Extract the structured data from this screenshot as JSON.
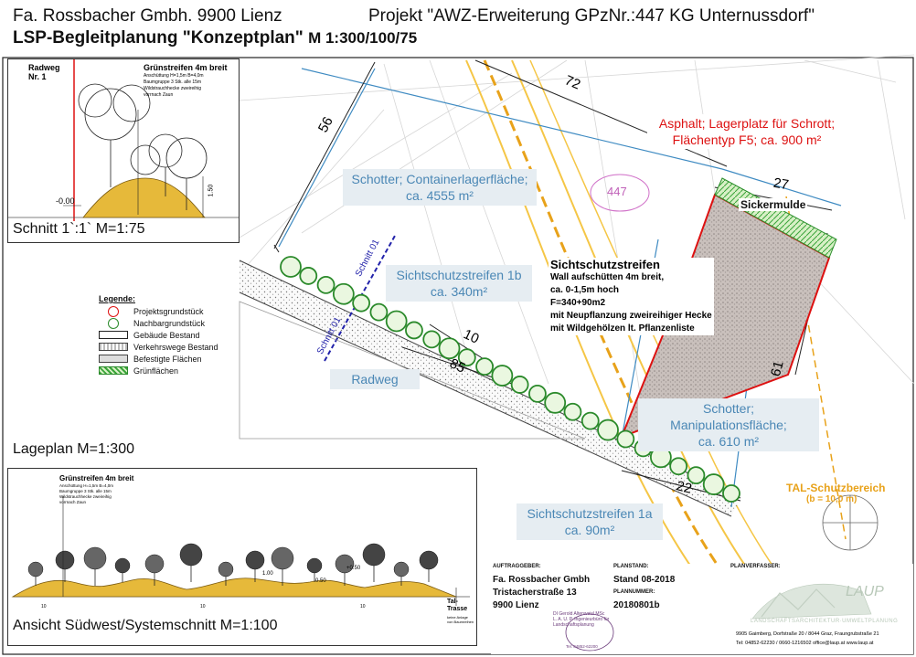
{
  "header": {
    "line1_left": "Fa. Rossbacher Gmbh. 9900 Lienz",
    "line1_right": "Projekt \"AWZ-Erweiterung GPzNr.:447 KG Unternussdorf\"",
    "line2_main": "LSP-Begleitplanung \"Konzeptplan\"",
    "line2_scale": "M 1:300/100/75"
  },
  "plan": {
    "labels": {
      "schotter_container": "Schotter; Containerlagerfläche;\nca. 4555 m²",
      "asphalt": "Asphalt; Lagerplatz für Schrott;\nFlächentyp F5; ca. 900 m²",
      "sichtschutz_1b": "Sichtschutzstreifen 1b\nca. 340m²",
      "radweg": "Radweg",
      "schotter_manipulation": "Schotter; Manipulationsfläche;\nca. 610 m²",
      "sichtschutz_1a": "Sichtschutzstreifen 1a\nca. 90m²",
      "sickermulde": "Sickermulde",
      "tal_schutz": "TAL-Schutzbereich",
      "tal_schutz_sub": "(b = 10,0 m)",
      "parcel": "447",
      "schnitt_01_a": "Schnitt 01",
      "schnitt_01_b": "Schnitt 01",
      "lageplan": "Lageplan M=1:300"
    },
    "dims": {
      "d56": "56",
      "d72": "72",
      "d27": "27",
      "d61": "61",
      "d10": "10",
      "d85": "85",
      "d22": "22"
    },
    "sicht_heading": "Sichtschutzstreifen",
    "sicht_lines": [
      "Wall aufschütten 4m breit,",
      "ca. 0-1,5m hoch",
      "F=340+90m2",
      "mit Neupflanzung zweireihiger Hecke",
      "mit Wildgehölzen lt. Pflanzenliste"
    ]
  },
  "legend": {
    "title": "Legende:",
    "items": [
      "Projektsgrundstück",
      "Nachbargrundstück",
      "Gebäude Bestand",
      "Verkehrswege Bestand",
      "Befestigte Flächen",
      "Grünflächen"
    ]
  },
  "section_inset": {
    "radweg": "Radweg\nNr. 1",
    "gruen_title": "Grünstreifen 4m breit",
    "gruen_notes": [
      "Anschüttung H=1,5m B=4,0m",
      "Baumgruppe 3 Stk. alle 15m",
      "Wildstrauchhecke zweireihig",
      "vorrnach Zaun"
    ],
    "level": "-0.00",
    "height": "1.50",
    "caption": "Schnitt 1`:1` M=1:75"
  },
  "elevation_inset": {
    "gruen_title": "Grünstreifen 4m breit",
    "gruen_notes": [
      "Anschüttung H=1,5m B=4,0m",
      "Baumgruppe 3 Stk. alle 15m",
      "Wildstrauchhecke zweireihig",
      "vorrnach Zaun"
    ],
    "levels": [
      "1.00",
      "+0.50",
      "0.50"
    ],
    "spacings": [
      "10",
      "10",
      "10"
    ],
    "tal": "Tal-\nTrasse",
    "tal_note": "keine Anlage\nvon Baumreihen",
    "caption": "Ansicht Südwest/Systemschnitt M=1:100"
  },
  "titleblock": {
    "auftraggeber_label": "AUFTRAGGEBER:",
    "auftraggeber": [
      "Fa. Rossbacher Gmbh",
      "Tristacherstraße 13",
      "9900 Lienz"
    ],
    "planstand_label": "PLANSTAND:",
    "planstand": "Stand 08-2018",
    "plannummer_label": "PLANNUMMER:",
    "plannummer": "20180801b",
    "planverfasser_label": "PLANVERFASSER:",
    "stamp_lines": [
      "DI Gerold Altenweisl MSc",
      "L. A. U. P. Ingenieurbüro für",
      "Landschaftsplanung"
    ],
    "stamp_bottom": "Tel: 04852-62200",
    "firm_lines": [
      "LANDSCHAFTSARCHITEKTUR·UMWELTPLANUNG"
    ],
    "address": "9905 Gaimberg, Dorfstraße 20  /  8044 Graz, Fraungrubstraße 21",
    "contact": "Tel: 04852-62230 / 0660-1216502       office@laup.at    www.laup.at",
    "logo": "LAUP"
  }
}
